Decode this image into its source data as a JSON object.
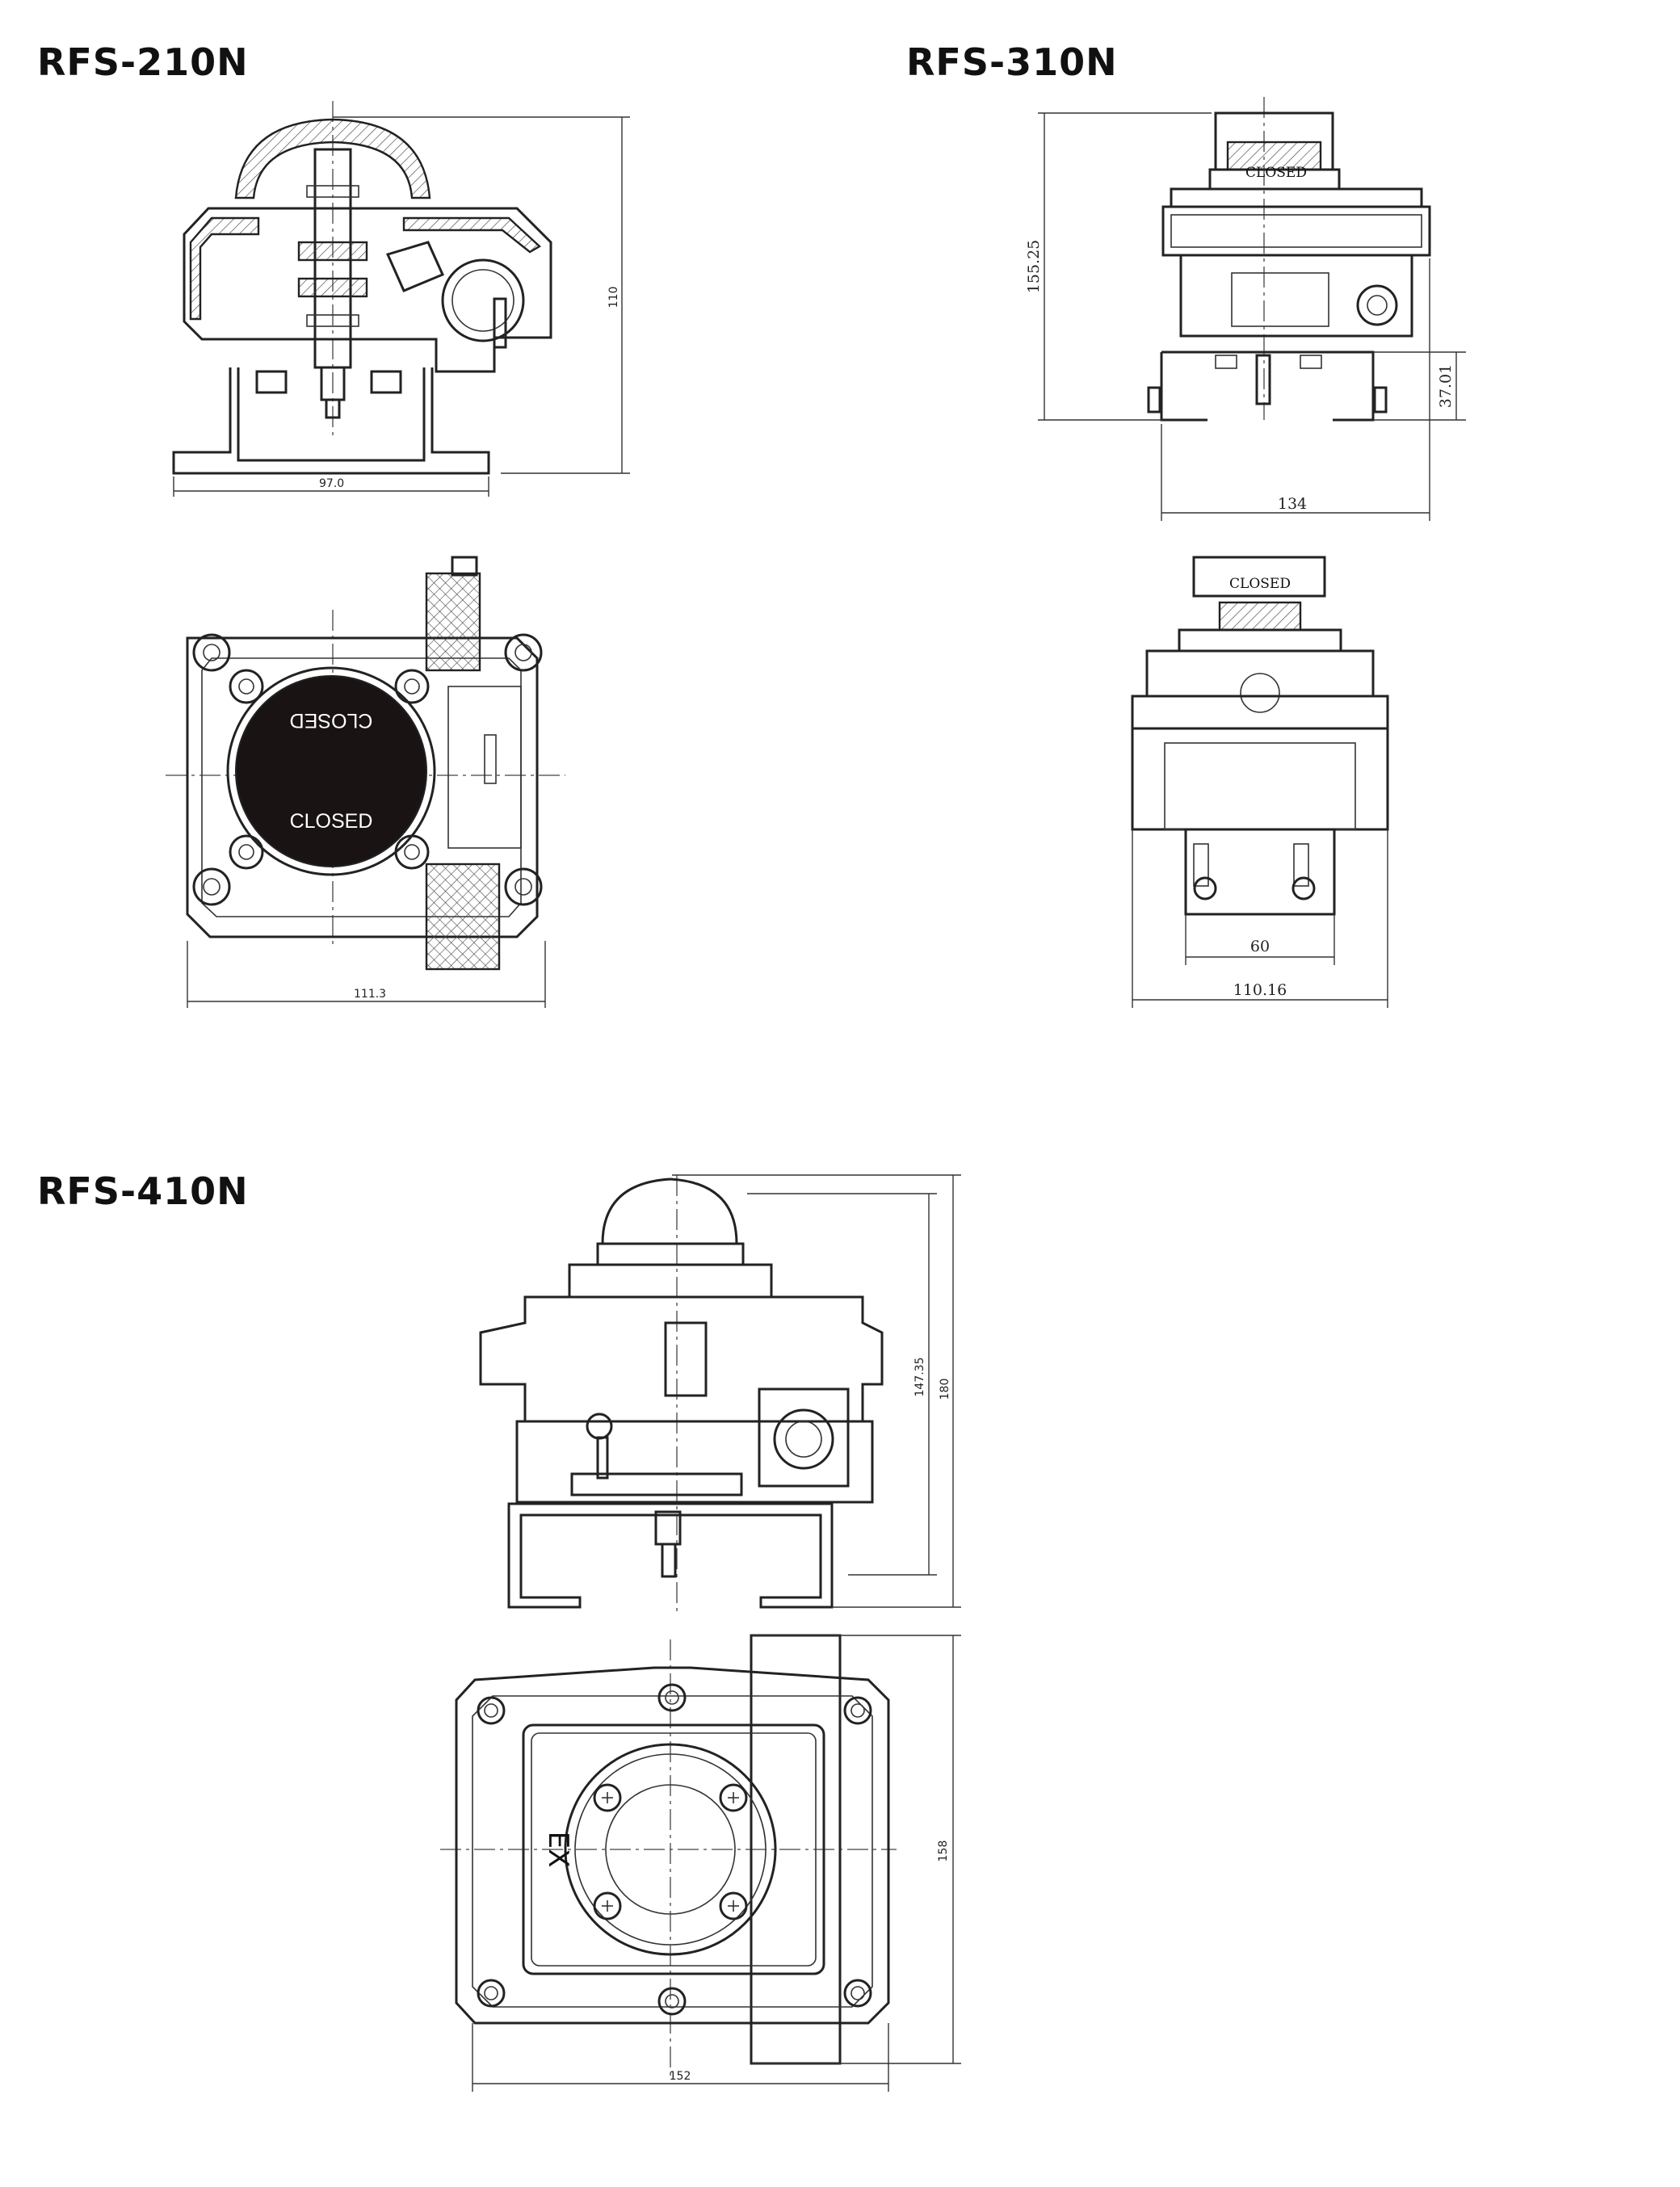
{
  "models": {
    "rfs210": {
      "title": "RFS-210N",
      "dims": {
        "width_front": "97.0",
        "height_front": "110",
        "width_top": "111.3"
      },
      "indicator_text": "CLOSED"
    },
    "rfs310": {
      "title": "RFS-310N",
      "dims": {
        "height_total": "155.25",
        "bracket_height": "37.01",
        "width_front": "134",
        "bracket_span": "60",
        "width_side": "110.16"
      },
      "indicator_text": "CLOSED"
    },
    "rfs410": {
      "title": "RFS-410N",
      "dims": {
        "height_body": "147.35",
        "height_total": "180",
        "height_top": "158",
        "width_top": "152"
      },
      "ex_mark": "EX"
    }
  }
}
